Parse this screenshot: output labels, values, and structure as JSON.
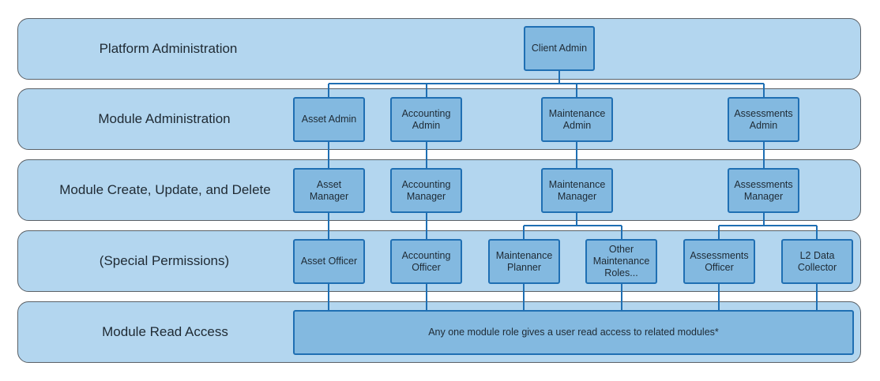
{
  "bands": [
    {
      "id": "platform",
      "label": "Platform Administration"
    },
    {
      "id": "module-admin",
      "label": "Module Administration"
    },
    {
      "id": "module-cud",
      "label": "Module Create, Update, and Delete"
    },
    {
      "id": "special",
      "label": "(Special Permissions)"
    },
    {
      "id": "read",
      "label": "Module Read Access"
    }
  ],
  "nodes": {
    "client_admin": "Client Admin",
    "asset_admin": "Asset Admin",
    "accounting_admin": "Accounting Admin",
    "maintenance_admin": "Maintenance Admin",
    "assessments_admin": "Assessments Admin",
    "asset_manager": "Asset Manager",
    "accounting_manager": "Accounting Manager",
    "maintenance_manager": "Maintenance Manager",
    "assessments_manager": "Assessments Manager",
    "asset_officer": "Asset Officer",
    "accounting_officer": "Accounting Officer",
    "maintenance_planner": "Maintenance Planner",
    "other_maintenance_roles": "Other Maintenance Roles...",
    "assessments_officer": "Assessments Officer",
    "l2_data_collector": "L2 Data Collector",
    "read_access": "Any one module role gives a user read access to related modules*"
  },
  "colors": {
    "band_fill": "#b3d6ef",
    "band_border": "#5a6066",
    "node_fill": "#83b9e0",
    "node_border": "#1f6fb3",
    "connector": "#1f6fb3"
  }
}
